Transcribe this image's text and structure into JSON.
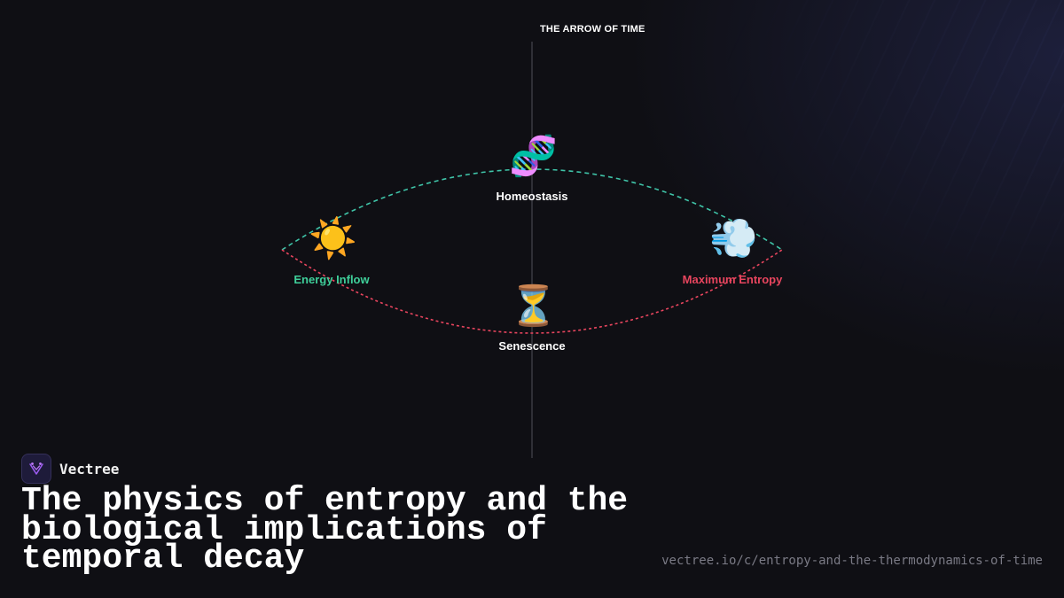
{
  "diagram": {
    "title": "THE ARROW OF TIME",
    "nodes": [
      {
        "id": "homeostasis",
        "label": "Homeostasis",
        "icon": "dna-icon",
        "emoji": "🧬",
        "color": "#ffffff"
      },
      {
        "id": "energy",
        "label": "Energy Inflow",
        "icon": "sun-icon",
        "emoji": "☀️",
        "color": "#3fcf9a"
      },
      {
        "id": "entropy",
        "label": "Maximum Entropy",
        "icon": "wind-puff-icon",
        "emoji": "💨",
        "color": "#e8455e"
      },
      {
        "id": "senescence",
        "label": "Senescence",
        "icon": "hourglass-icon",
        "emoji": "⏳",
        "color": "#ffffff"
      }
    ],
    "colors": {
      "upper_arc": "#3fc4a8",
      "lower_arc": "#e8455e",
      "axis": "#3a3a42"
    }
  },
  "brand": {
    "name": "Vectree",
    "logo_icon": "vectree-logo-icon"
  },
  "headline": "The physics of entropy and the biological implications of temporal decay",
  "url": "vectree.io/c/entropy-and-the-thermodynamics-of-time"
}
